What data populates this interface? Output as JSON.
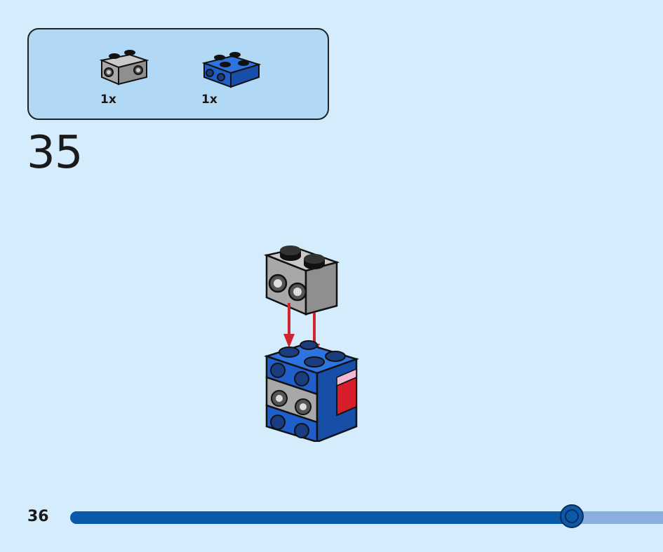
{
  "parts": [
    {
      "qty": "1x",
      "color_name": "light-gray",
      "color": "#a8a8a8",
      "icon": "gray-1x2-brick-with-studs-on-side-icon"
    },
    {
      "qty": "1x",
      "color_name": "blue",
      "color": "#1f5fcc",
      "icon": "blue-2x2-plate-with-studs-on-side-icon"
    }
  ],
  "step": {
    "number": "35"
  },
  "page": {
    "number": "36"
  },
  "progress": {
    "fraction": 0.846
  },
  "colors": {
    "background": "#d4ecfb",
    "parts_box": "#b1d8f5",
    "blue_brick": "#1f5fcc",
    "gray_brick": "#a8a8a8",
    "arrow": "#d0252f",
    "progress_fill": "#0a5aaa",
    "progress_track": "#8aaede"
  }
}
